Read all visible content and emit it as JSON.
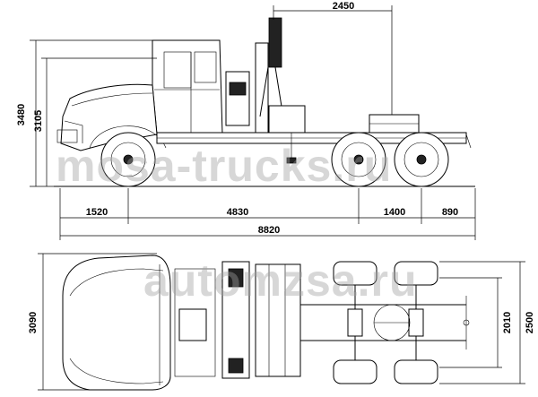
{
  "watermarks": {
    "top": "mosa-trucks.ru",
    "bottom": "automzsa.ru"
  },
  "side_view": {
    "dims": {
      "total_height": "3480",
      "cab_height": "3105",
      "rear_overhang_top": "2450",
      "front_overhang": "1520",
      "wheelbase": "4830",
      "bogie_spacing": "1400",
      "rear_overhang": "890",
      "total_length": "8820"
    }
  },
  "top_view": {
    "dims": {
      "cab_width": "3090",
      "track": "2010",
      "overall_width": "2500"
    }
  },
  "colors": {
    "line": "#000000",
    "watermark": "#a0a0a0",
    "background": "#ffffff"
  }
}
